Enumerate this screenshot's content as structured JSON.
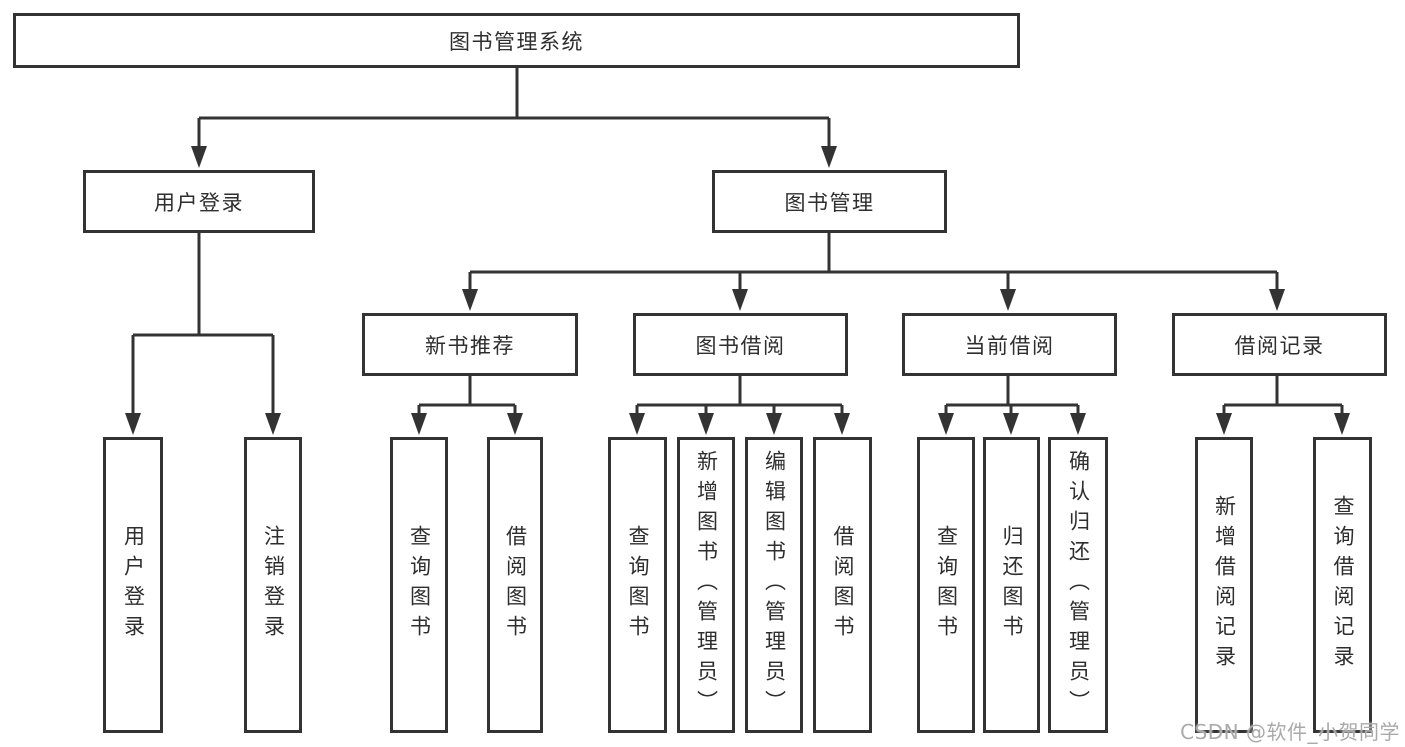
{
  "diagram_title": "图书管理系统",
  "nodes": {
    "root": {
      "label": "图书管理系统"
    },
    "level2": [
      {
        "label": "用户登录"
      },
      {
        "label": "图书管理"
      }
    ],
    "level3": [
      {
        "label": "新书推荐",
        "parent": "图书管理"
      },
      {
        "label": "图书借阅",
        "parent": "图书管理"
      },
      {
        "label": "当前借阅",
        "parent": "图书管理"
      },
      {
        "label": "借阅记录",
        "parent": "图书管理"
      }
    ],
    "leaves": [
      {
        "label": "用户登录",
        "parent": "用户登录"
      },
      {
        "label": "注销登录",
        "parent": "用户登录"
      },
      {
        "label": "查询图书",
        "parent": "新书推荐"
      },
      {
        "label": "借阅图书",
        "parent": "新书推荐"
      },
      {
        "label": "查询图书",
        "parent": "图书借阅"
      },
      {
        "label": "新增图书（管理员）",
        "parent": "图书借阅"
      },
      {
        "label": "编辑图书（管理员）",
        "parent": "图书借阅"
      },
      {
        "label": "借阅图书",
        "parent": "图书借阅"
      },
      {
        "label": "查询图书",
        "parent": "当前借阅"
      },
      {
        "label": "归还图书",
        "parent": "当前借阅"
      },
      {
        "label": "确认归还（管理员）",
        "parent": "当前借阅"
      },
      {
        "label": "新增借阅记录",
        "parent": "借阅记录"
      },
      {
        "label": "查询借阅记录",
        "parent": "借阅记录"
      }
    ]
  },
  "watermark": "CSDN @软件_小贺同学",
  "colors": {
    "line": "#333333",
    "text": "#2e2e2e",
    "background": "#ffffff",
    "watermark": "#aaaaaa"
  }
}
